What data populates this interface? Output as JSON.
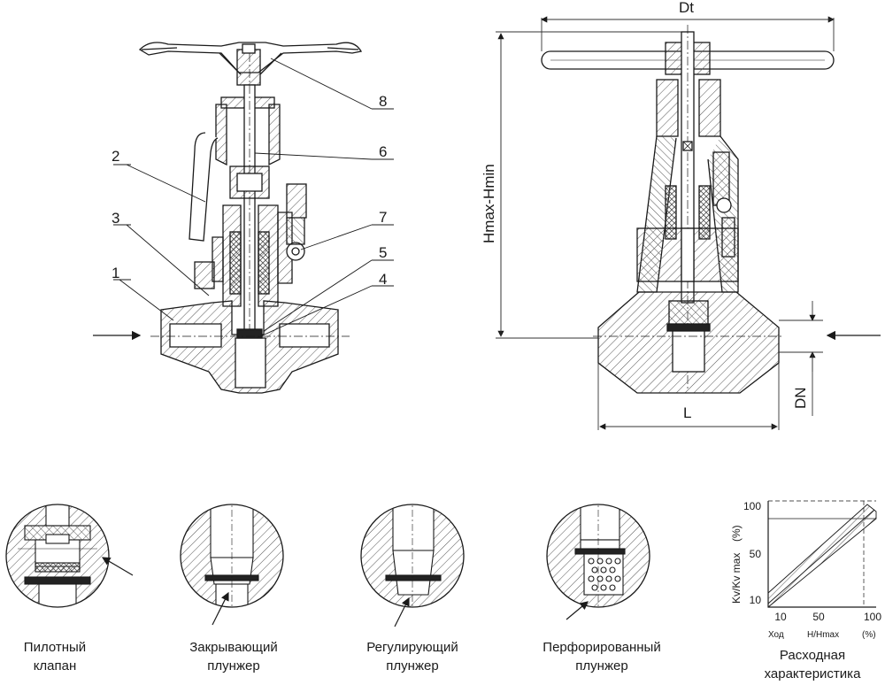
{
  "front_view": {
    "callouts": [
      "1",
      "2",
      "3",
      "4",
      "5",
      "6",
      "7",
      "8"
    ]
  },
  "side_view": {
    "dim_top": "Dt",
    "dim_height": "Hmax-Hmin",
    "dim_length": "L",
    "dim_bore": "DN"
  },
  "details": [
    {
      "line1": "Пилотный",
      "line2": "клапан"
    },
    {
      "line1": "Закрывающий",
      "line2": "плунжер"
    },
    {
      "line1": "Регулирующий",
      "line2": "плунжер"
    },
    {
      "line1": "Перфорированный",
      "line2": "плунжер"
    }
  ],
  "flow_chart": {
    "y_ticks": [
      "10",
      "50",
      "100"
    ],
    "y_unit": "(%)",
    "y_label": "Kv/Kv max",
    "x_ticks": [
      "10",
      "50",
      "100"
    ],
    "x_label_left": "Ход",
    "x_label_mid": "H/Hmax",
    "x_unit": "(%)",
    "caption_line1": "Расходная",
    "caption_line2": "характеристика"
  },
  "colors": {
    "line": "#1a1a1a",
    "hatch": "#555555",
    "dim": "#333333",
    "background": "#ffffff"
  }
}
